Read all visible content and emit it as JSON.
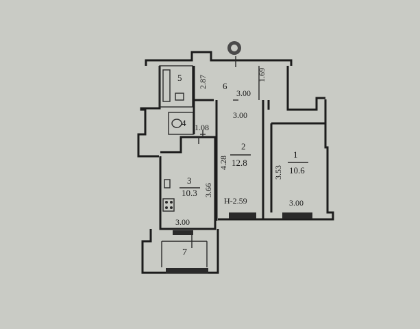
{
  "plan": {
    "colors": {
      "paper": "#c9cbc5",
      "ink": "#1c1c1c"
    },
    "rooms": [
      {
        "id": "5",
        "number": "5"
      },
      {
        "id": "6",
        "number": "6"
      },
      {
        "id": "4",
        "number": "4"
      },
      {
        "id": "2",
        "number": "2",
        "area": "12.8"
      },
      {
        "id": "1",
        "number": "1",
        "area": "10.6"
      },
      {
        "id": "3",
        "number": "3",
        "area": "10.3"
      },
      {
        "id": "7",
        "number": "7"
      }
    ],
    "dimensions": {
      "d_2_87": "2.87",
      "d_1_69": "1.69",
      "d_3_00_room6": "3.00",
      "d_3_00_room2": "3.00",
      "d_1_08": "1.08",
      "d_4_28": "4.28",
      "d_3_53": "3.53",
      "d_3_66": "3.66",
      "d_3_00_room3": "3.00",
      "d_3_00_room1": "3.00"
    },
    "ceiling_height": "H-2.59"
  }
}
